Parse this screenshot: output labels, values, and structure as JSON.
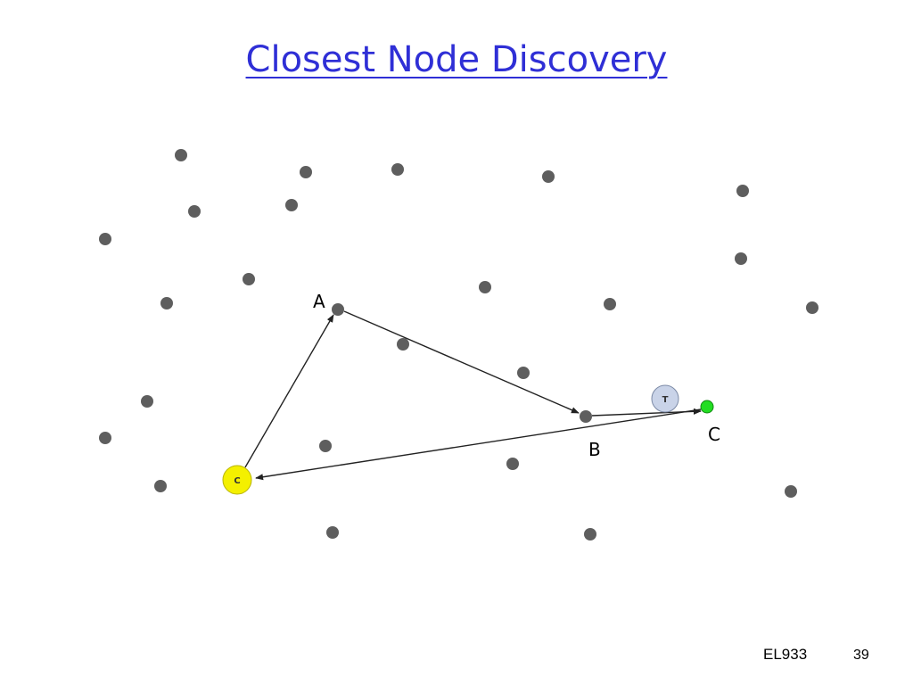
{
  "slide": {
    "title": "Closest Node Discovery",
    "footer_course": "EL933",
    "footer_page": "39"
  },
  "diagram": {
    "labels": {
      "a": "A",
      "b": "B",
      "c_target": "C",
      "t_inner": "T",
      "c_inner": "C"
    },
    "colors": {
      "node": "#5e5e5e",
      "client": "#f4f000",
      "target": "#c9d3e8",
      "closest": "#22dd22",
      "edge": "#222222",
      "title": "#2f2fd6"
    }
  }
}
